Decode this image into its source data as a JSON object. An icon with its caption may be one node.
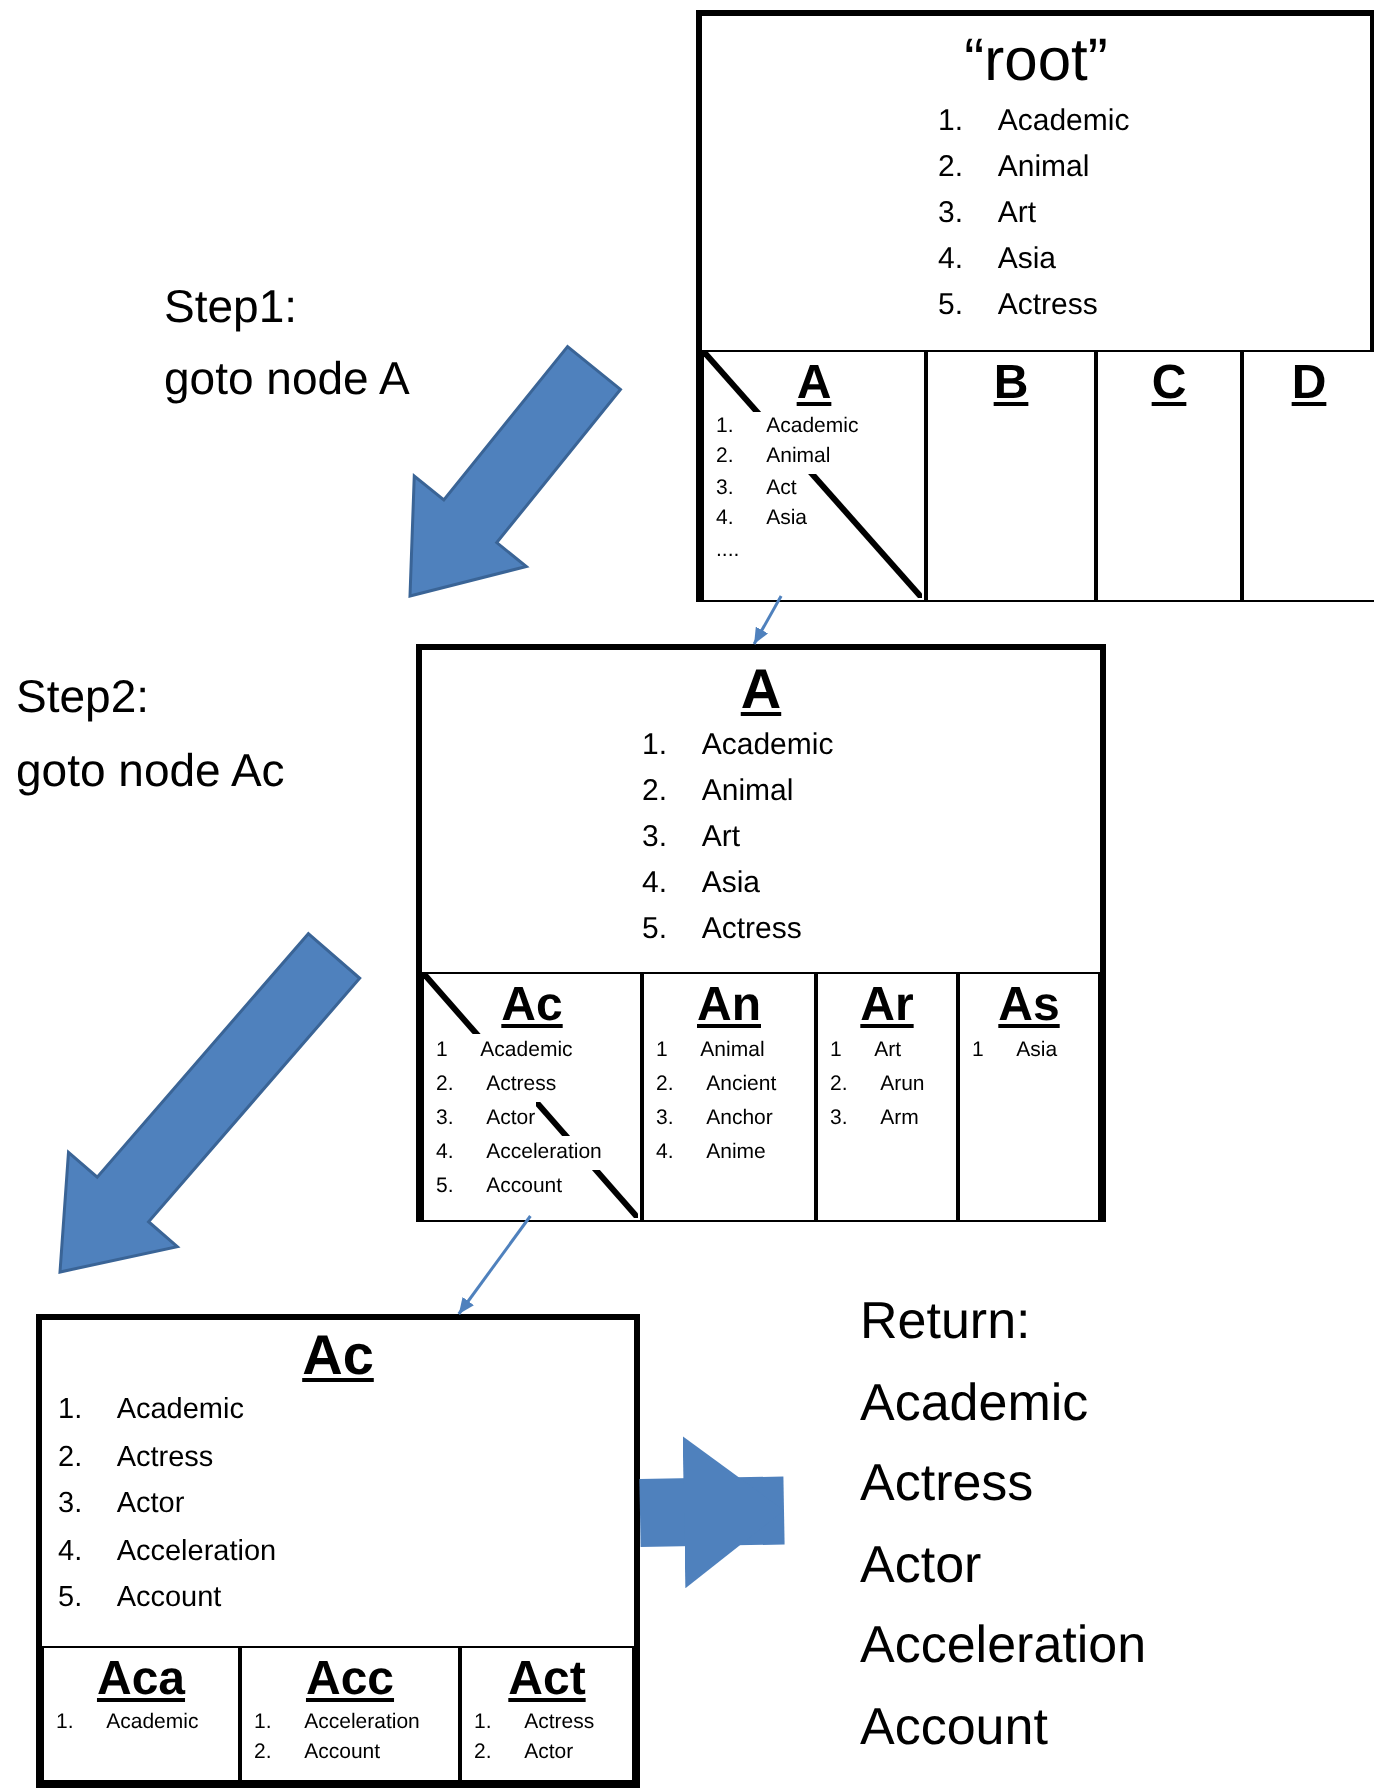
{
  "diagram": {
    "nodes": [
      {
        "text": [
          "“root”",
          "1. Academic",
          "2. Animal",
          "3. Art",
          "4. Asia",
          "5. Actress"
        ]
      },
      {
        "text": [
          "A",
          "1. Academic",
          "2. Animal",
          "3. Act",
          "4. Asia",
          "...."
        ],
        "in": 0
      },
      {
        "text": [
          "B"
        ],
        "in": 0
      },
      {
        "text": [
          "C"
        ],
        "in": 0
      },
      {
        "text": [
          "D"
        ],
        "in": 0
      },
      {
        "text": [
          "A",
          "1. Academic",
          "2. Animal",
          "3. Art",
          "4. Asia",
          "5. Actress"
        ]
      },
      {
        "text": [
          "Ac",
          "1 Academic",
          "2. Actress",
          "3. Actor",
          "4. Acceleration",
          "5. Account"
        ],
        "in": 5
      },
      {
        "text": [
          "An",
          "1 Animal",
          "2. Ancient",
          "3. Anchor",
          "4. Anime"
        ],
        "in": 5
      },
      {
        "text": [
          "Ar",
          "1 Art",
          "2. Arun",
          "3. Arm"
        ],
        "in": 5
      },
      {
        "text": [
          "As",
          "1 Asia"
        ],
        "in": 5
      },
      {
        "text": [
          "Ac",
          "1. Academic",
          "2. Actress",
          "3. Actor",
          "4. Acceleration",
          "5. Account"
        ]
      },
      {
        "text": [
          "Aca",
          "1. Academic"
        ],
        "in": 10
      },
      {
        "text": [
          "Acc",
          "1. Acceleration",
          "2. Account"
        ],
        "in": 10
      },
      {
        "text": [
          "Act",
          "1. Actress",
          "2. Actor"
        ],
        "in": 10
      },
      {
        "text": [
          "Return:",
          "Academic",
          "Actress",
          "Actor",
          "Acceleration",
          "Account"
        ]
      }
    ],
    "edges": [
      {
        "from": 1,
        "to": 5,
        "arrow": "to"
      },
      {
        "from": 6,
        "to": 10,
        "arrow": "to"
      },
      {
        "from": 10,
        "to": 14,
        "arrow": "to",
        "style": "thick"
      }
    ],
    "labels": [
      "Step1:",
      "goto node A",
      "Step2:",
      "goto node Ac"
    ]
  }
}
